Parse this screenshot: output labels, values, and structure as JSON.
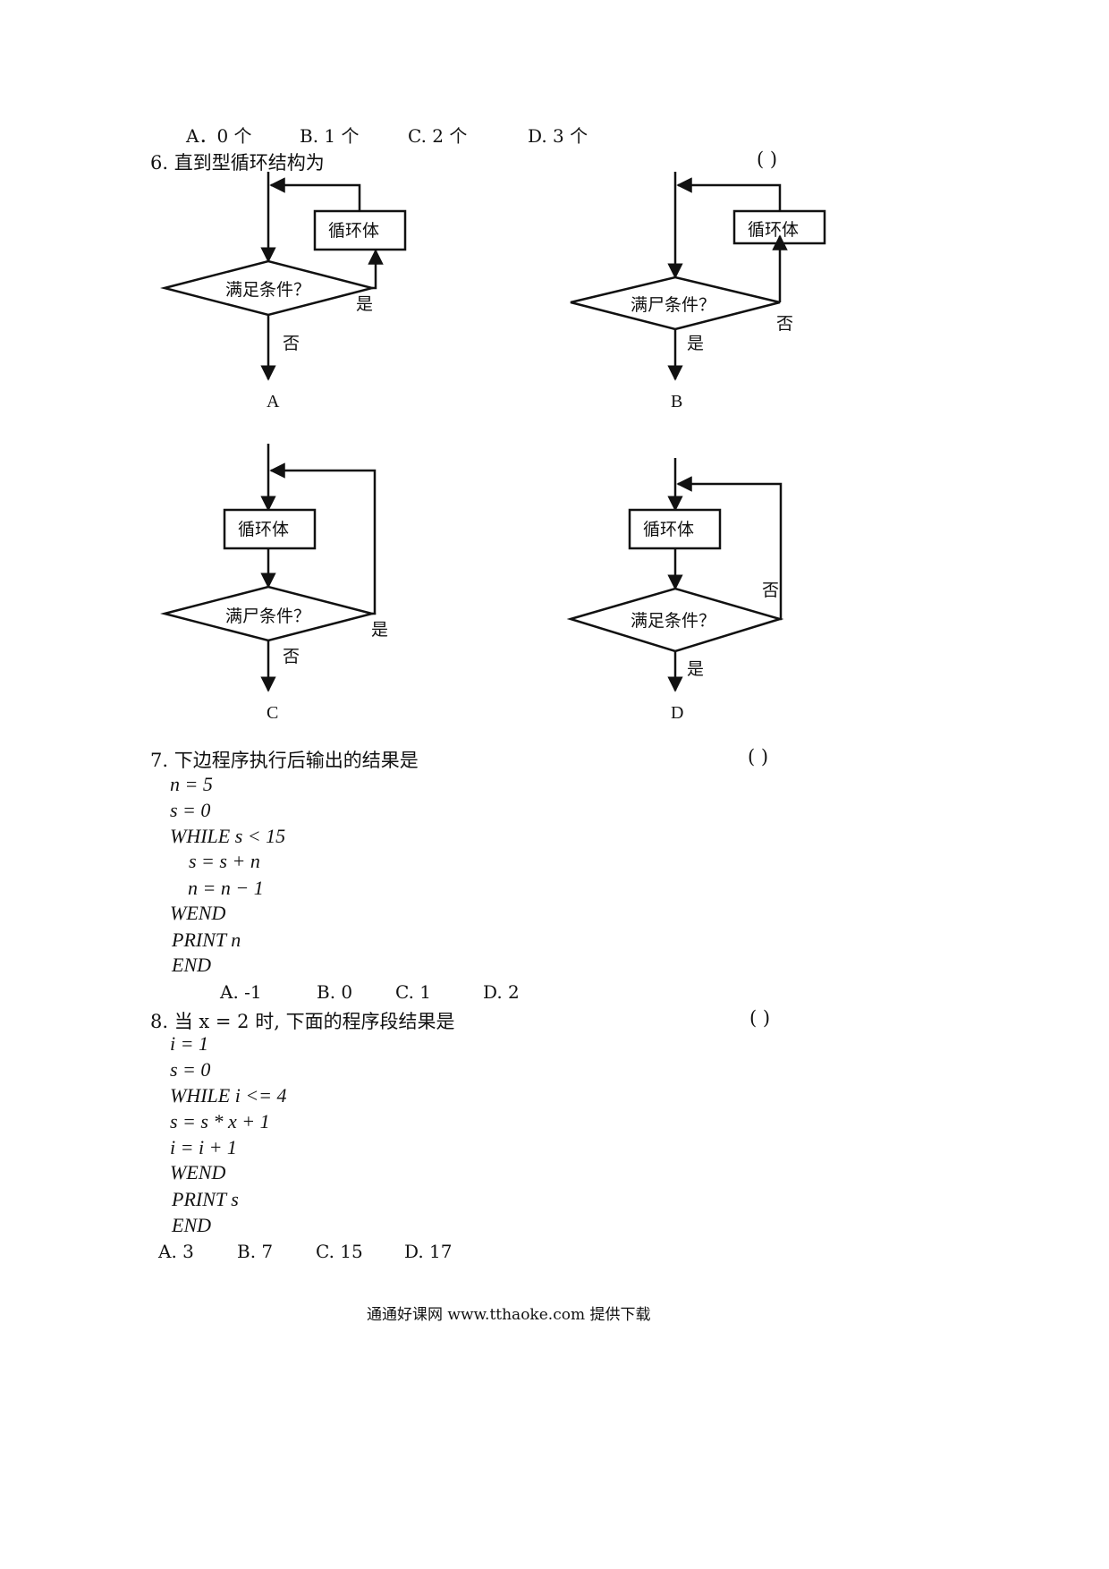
{
  "q5": {
    "options": [
      "A．0 个",
      "B. 1 个",
      "C.  2 个",
      "D.  3 个"
    ]
  },
  "q6": {
    "stem": "6. 直到型循环结构为",
    "paren": "(      )",
    "loop_body": "循环体",
    "condition": "满足条件？",
    "condition_alt": "满尸条件？",
    "yes": "是",
    "no": "否",
    "labels": [
      "A",
      "B",
      "C",
      "D"
    ]
  },
  "q7": {
    "stem": "7. 下边程序执行后输出的结果是",
    "paren": "(      )",
    "code": [
      "n = 5",
      "s = 0",
      "WHILE     s < 15",
      "s = s + n",
      "n = n − 1",
      "WEND",
      "PRINT     n",
      "END"
    ],
    "options": [
      "A.  -1",
      "B.  0",
      "C.  1",
      "D.  2"
    ]
  },
  "q8": {
    "stem": "8. 当 x = 2 时, 下面的程序段结果是",
    "paren": "(      )",
    "code": [
      "i = 1",
      "s = 0",
      "WHILE     i <= 4",
      "s = s * x + 1",
      "i = i + 1",
      "WEND",
      "PRINT     s",
      "END"
    ],
    "options": [
      "A.  3",
      "B.  7",
      "C.  15",
      "D.  17"
    ]
  },
  "footer": "通通好课网  www.tthaoke.com  提供下载"
}
